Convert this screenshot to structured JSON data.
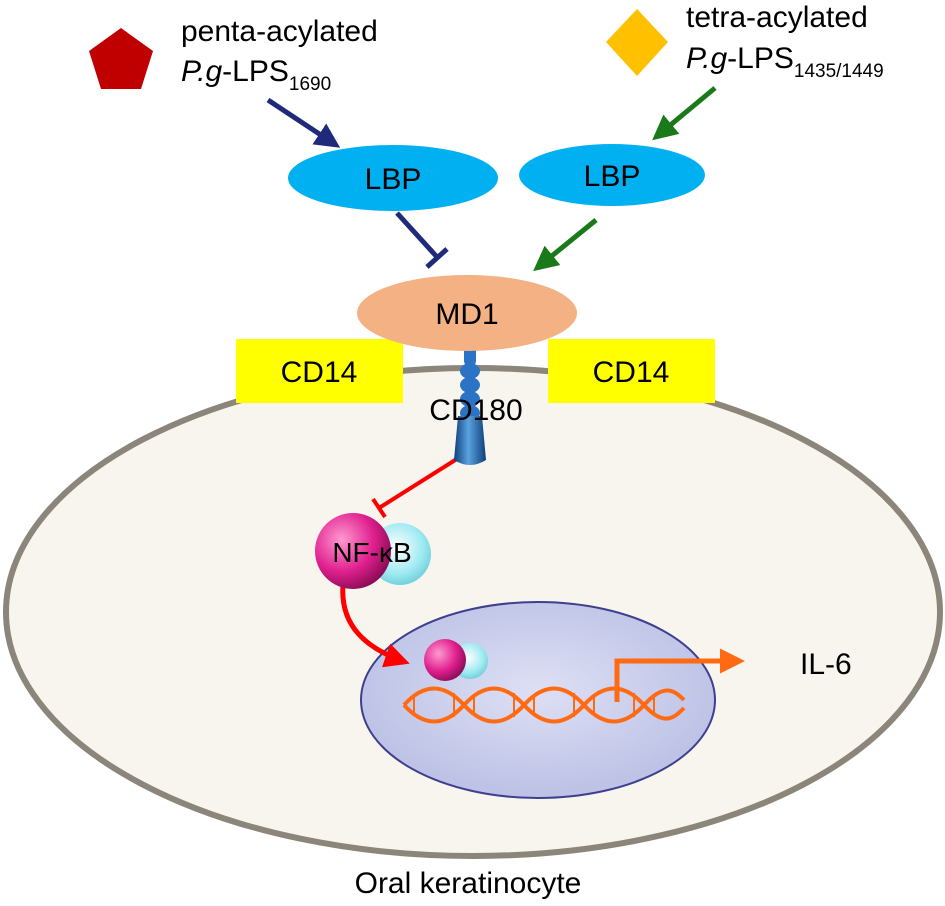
{
  "ligands": [
    {
      "line1": "penta-acylated",
      "pg": "P.g",
      "lps": "-LPS",
      "sub": "1690",
      "shape": "pentagon",
      "color": "#c00000"
    },
    {
      "line1": "tetra-acylated",
      "pg": "P.g",
      "lps": "-LPS",
      "sub": "1435/1449",
      "shape": "diamond",
      "color": "#ffc000"
    }
  ],
  "lbp_left": "LBP",
  "lbp_right": "LBP",
  "md1": "MD1",
  "cd14_left": "CD14",
  "cd14_right": "CD14",
  "cd180": "CD180",
  "nfkb": "NF-κB",
  "il6": "IL-6",
  "cell": "Oral keratinocyte",
  "colors": {
    "penta_arrow": "#1f2a7a",
    "tetra_arrow": "#1a7a1a",
    "inhibit_red": "#ff0000",
    "lbp": "#00b0f0",
    "md1": "#f4b183",
    "cd14": "#ffff00",
    "cell_fill": "#f7f5ee",
    "cell_border": "#8b857a",
    "nucleus_fill": "#c9cdea",
    "nucleus_border": "#3d3f8f",
    "dna": "#ff6a13",
    "nfkb_p65": "#e0208f",
    "nfkb_p50": "#8fe6ee"
  }
}
